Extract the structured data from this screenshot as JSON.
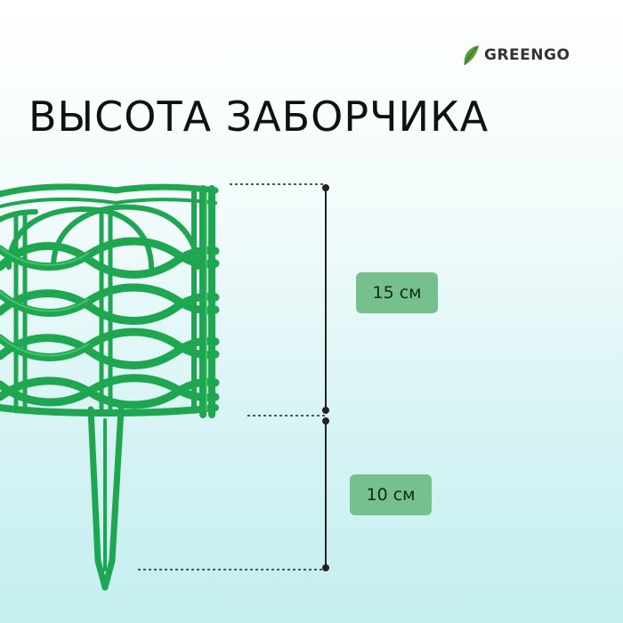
{
  "brand": {
    "name": "GREENGO",
    "icon": "leaf-icon",
    "color": "#4f8f3f"
  },
  "title": "ВЫСОТА ЗАБОРЧИКА",
  "dimensions": {
    "upper": {
      "label": "15 см"
    },
    "lower": {
      "label": "10 см"
    }
  },
  "colors": {
    "fence": "#1fa650",
    "fence_highlight": "#4cc872",
    "badge": "#76c08d",
    "dimension_line": "#222222"
  }
}
